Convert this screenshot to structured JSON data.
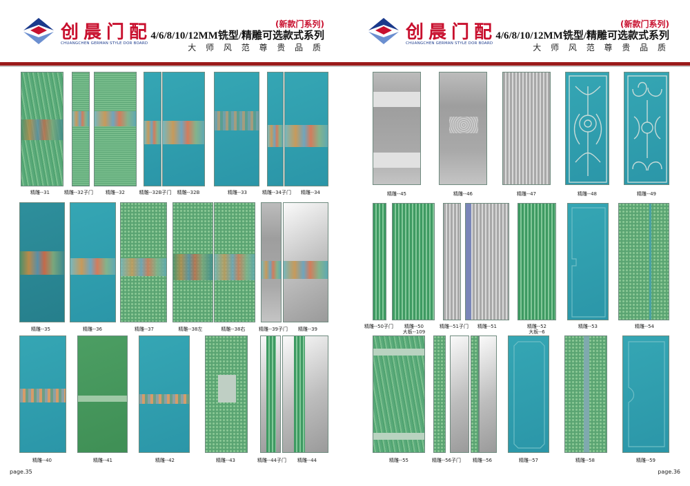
{
  "header": {
    "brand_cn": "创晨门配",
    "brand_en": "CHUANGCHEN GERMAN STYLE DOR BOARD",
    "series": "(新款门系列)",
    "title": "4/6/8/10/12MM铣型/精雕可选款式系列",
    "slogan": "大 师 风 范    尊 贵 品 质"
  },
  "left_page": {
    "page_number": "page.35",
    "labels": [
      "精雕--31",
      "精雕--32子门",
      "精雕--32",
      "精雕--32B子门",
      "精雕--32B",
      "精雕--33",
      "精雕--34子门",
      "精雕--34",
      "精雕--35",
      "精雕--36",
      "精雕--37",
      "精雕--38左",
      "精雕--38右",
      "精雕--39子门",
      "精雕--39",
      "精雕--40",
      "精雕--41",
      "精雕--42",
      "精雕--43",
      "精雕--44子门",
      "精雕--44"
    ]
  },
  "right_page": {
    "page_number": "page.36",
    "labels": [
      "精雕--45",
      "精雕--46",
      "精雕--47",
      "精雕--48",
      "精雕--49",
      "精雕--50子门",
      "精雕--50",
      "大板--109",
      "精雕--51子门",
      "精雕--51",
      "精雕--52",
      "大板--6",
      "精雕--53",
      "精雕--54",
      "精雕--55",
      "精雕--56子门",
      "精雕--56",
      "精雕--57",
      "精雕--58",
      "精雕--59"
    ]
  },
  "colors": {
    "brand_red": "#c8102e",
    "brand_blue": "#1b3a8c",
    "rule_red": "#9b1b1b"
  }
}
